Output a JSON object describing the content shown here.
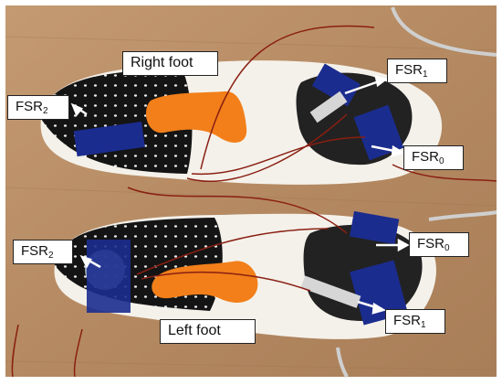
{
  "labels": {
    "right_foot": "Right foot",
    "left_foot": "Left foot",
    "fsr_prefix": "FSR",
    "sub_0": "0",
    "sub_1": "1",
    "sub_2": "2"
  },
  "colors": {
    "floor": "#b98e66",
    "insole_white": "#f4f1ea",
    "insole_black": "#141414",
    "tape_blue": "#1b2c8f",
    "pad_orange": "#f27f1a",
    "wire_red": "#8a1f12",
    "label_bg": "#ffffff"
  }
}
